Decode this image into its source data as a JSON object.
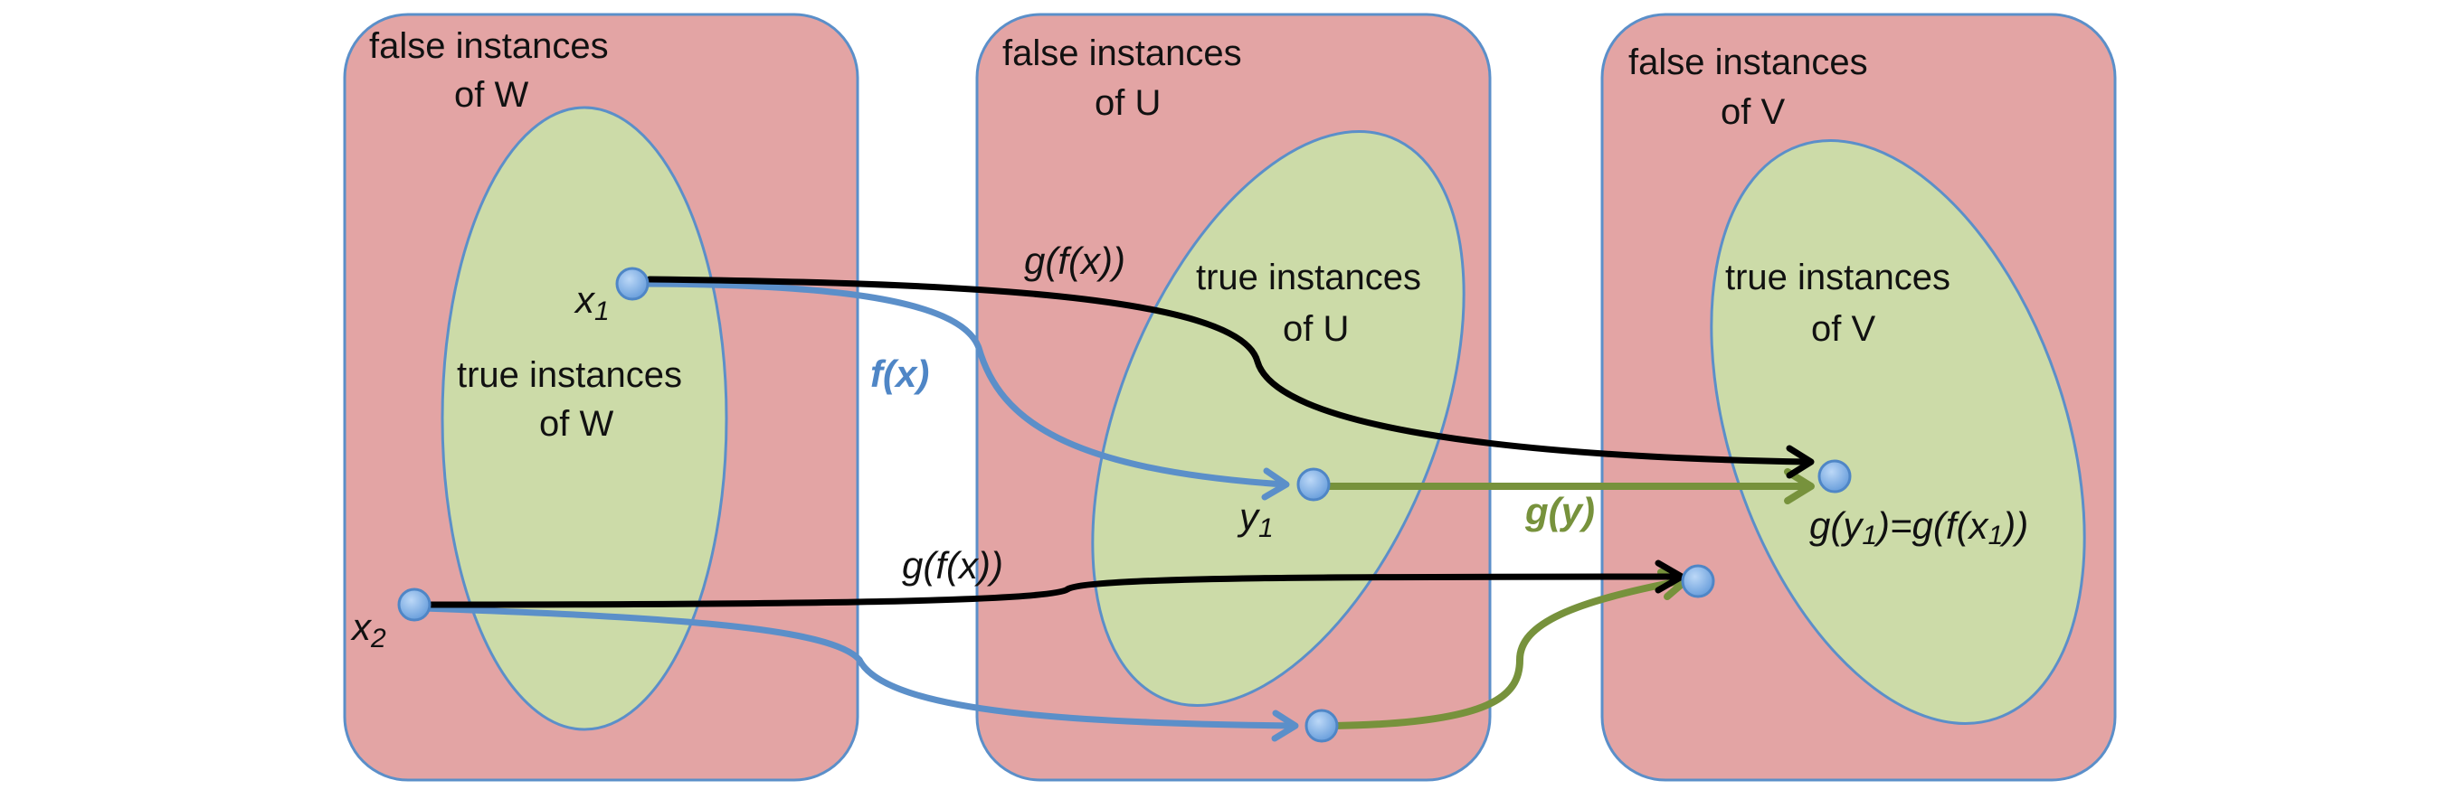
{
  "panels": {
    "w": {
      "false_line1": "false instances",
      "false_line2": "of  W",
      "true_line1": "true instances",
      "true_line2": "of  W"
    },
    "u": {
      "false_line1": "false instances",
      "false_line2": "of  U",
      "true_line1": "true instances",
      "true_line2": "of  U"
    },
    "v": {
      "false_line1": "false instances",
      "false_line2": "of  V",
      "true_line1": "true instances",
      "true_line2": "of  V"
    }
  },
  "points": {
    "x1": {
      "base": "x",
      "sub": "1"
    },
    "x2": {
      "base": "x",
      "sub": "2"
    },
    "y1": {
      "base": "y",
      "sub": "1"
    }
  },
  "arrows": {
    "gfx_top": "g(f(x))",
    "gfx_bottom": "g(f(x))",
    "fx": "f(x)",
    "gy": "g(y)"
  },
  "result": {
    "p1": "g(y",
    "sub1": "1",
    "p2": ")=g(f(x",
    "sub2": "1",
    "p3": "))"
  },
  "colors": {
    "false_region": "#e3a4a4",
    "true_region": "#ccdba8",
    "outline": "#4f86c6",
    "f_arrow": "#5b8fc9",
    "g_arrow": "#77923c",
    "composite_arrow": "#000000",
    "point": "#7eb0e8"
  }
}
